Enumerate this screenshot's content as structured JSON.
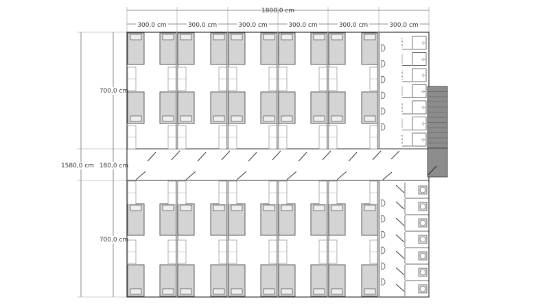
{
  "dimensions": {
    "total_width": "1800,0 cm",
    "module_widths": [
      "300,0 cm",
      "300,0 cm",
      "300,0 cm",
      "300,0 cm",
      "300,0 cm",
      "300,0 cm"
    ],
    "total_depth": "1580,0 cm",
    "top_block": "700,0 cm",
    "corridor": "180,0 cm",
    "bottom_block": "700,0 cm"
  },
  "colors": {
    "wall": "#333333",
    "bed": "#d4d4d4",
    "stair": "#8c8c8c",
    "dim_line": "#666666"
  }
}
